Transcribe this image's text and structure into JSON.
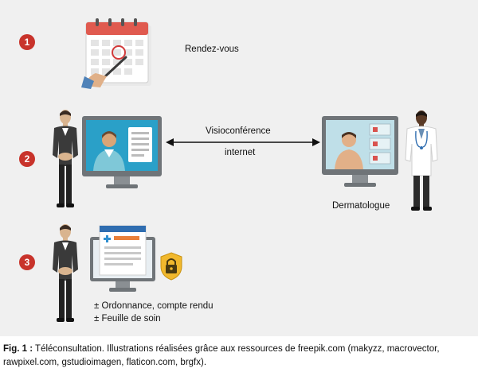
{
  "steps": [
    {
      "number": "1",
      "label": "Rendez-vous"
    },
    {
      "number": "2",
      "label_top": "Visioconférence",
      "label_bottom": "internet",
      "label_right": "Dermatologue"
    },
    {
      "number": "3",
      "lines": [
        "± Ordonnance, compte rendu",
        "± Feuille de soin"
      ]
    }
  ],
  "caption": {
    "prefix": "Fig. 1 :",
    "text": " Téléconsultation. Illustrations réalisées grâce aux ressources de freepik.com (makyzz, macrovector, rawpixel.com, gstudioimagen, flaticon.com, brgfx)."
  },
  "colors": {
    "badge": "#c8332b",
    "panel": "#f0f0f0",
    "calendar_header": "#e05a4f",
    "doctor_skin": "#d9a577"
  }
}
